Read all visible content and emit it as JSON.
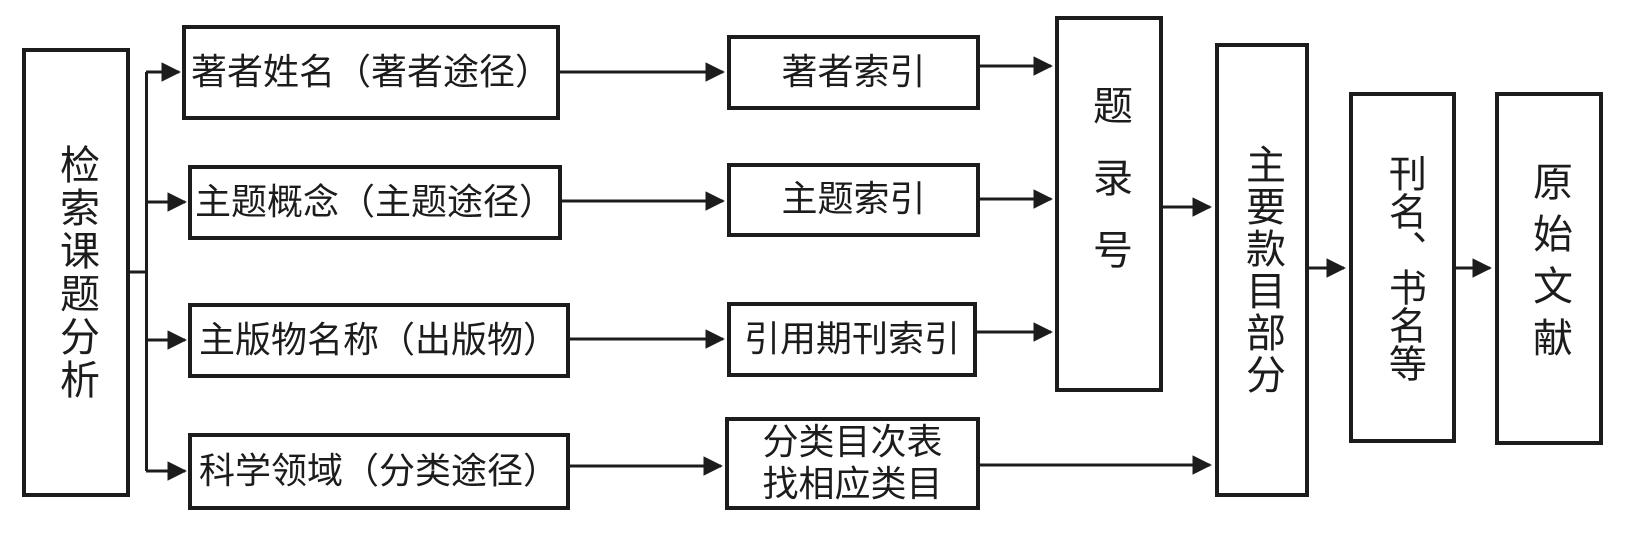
{
  "flow": {
    "start": "检索课题分析",
    "rows": [
      {
        "access": "著者姓名（著者途径）",
        "index": "著者索引"
      },
      {
        "access": "主题概念（主题途径）",
        "index": "主题索引"
      },
      {
        "access": "主版物名称（出版物）",
        "index": "引用期刊索引"
      },
      {
        "access": "科学领域（分类途径）",
        "index": "分类目次表\n找相应类目"
      }
    ],
    "record_number": "题录号",
    "main_entry": "主要款目部分",
    "titles": "刊名、书名等",
    "original": "原始文献"
  },
  "colors": {
    "line": "#1c1c1c",
    "background": "#ffffff"
  }
}
